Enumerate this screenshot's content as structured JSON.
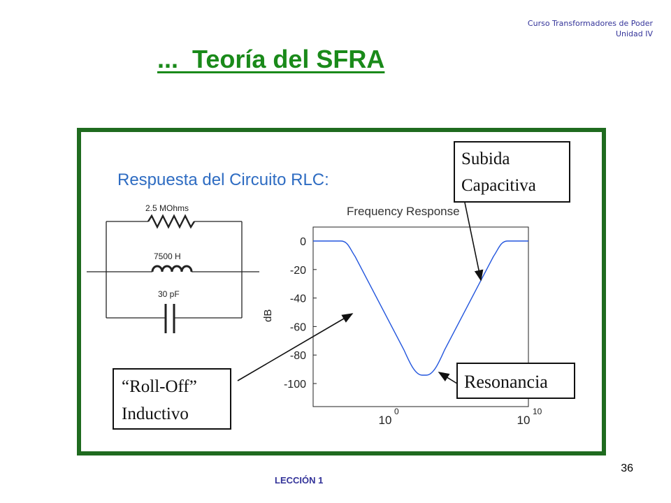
{
  "header": {
    "course": "Curso Transformadores de Poder",
    "unit": "Unidad IV"
  },
  "title": "...  Teoría del SFRA",
  "diagram": {
    "heading": "Respuesta del Circuito RLC:",
    "resistor_label": "2.5 MOhms",
    "inductor_label": "7500 H",
    "capacitor_label": "30 pF",
    "plot_title": "Frequency Response",
    "y_axis_label": "dB",
    "y_ticks": [
      "0",
      "-20",
      "-40",
      "-60",
      "-80",
      "-100"
    ],
    "x_ticks": [
      {
        "base": "10",
        "exp": "0"
      },
      {
        "base": "10",
        "exp": "10"
      }
    ],
    "callouts": {
      "subida": [
        "Subida",
        "Capacitiva"
      ],
      "resonancia": "Resonancia",
      "rolloff": [
        "“Roll-Off”",
        "Inductivo"
      ]
    },
    "colors": {
      "frame": "#1f6b1f",
      "heading": "#2e6cc2",
      "curve": "#2255dd"
    }
  },
  "footer": {
    "lesson": "LECCIÓN 1",
    "page": "36"
  }
}
